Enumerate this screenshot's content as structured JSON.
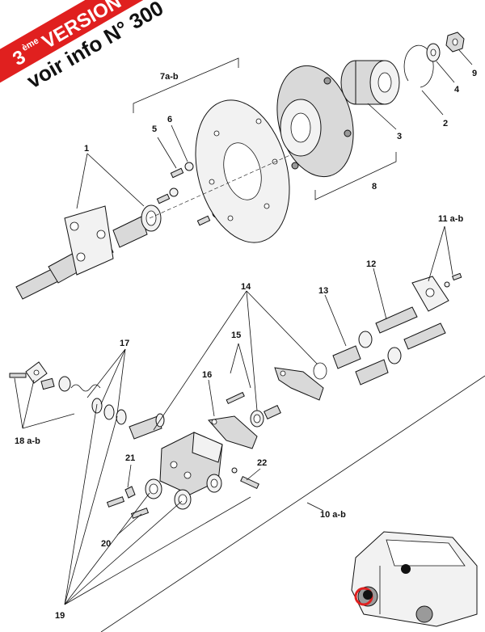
{
  "banner": {
    "prefix": "3",
    "superscript": "ème",
    "word": "VERSION",
    "color": "#e0201f"
  },
  "info": {
    "text": "voir info N° 300"
  },
  "callouts": {
    "c1": "1",
    "c2": "2",
    "c3": "3",
    "c4": "4",
    "c5": "5",
    "c6": "6",
    "c7ab": "7a-b",
    "c8": "8",
    "c9": "9",
    "c10ab": "10 a-b",
    "c11ab": "11 a-b",
    "c12": "12",
    "c13": "13",
    "c14": "14",
    "c15": "15",
    "c16": "16",
    "c17": "17",
    "c18ab": "18 a-b",
    "c19": "19",
    "c20": "20",
    "c21": "21",
    "c22": "22"
  },
  "colors": {
    "line": "#111111",
    "part_fill": "#d9d9d9",
    "highlight": "#e0201f"
  }
}
